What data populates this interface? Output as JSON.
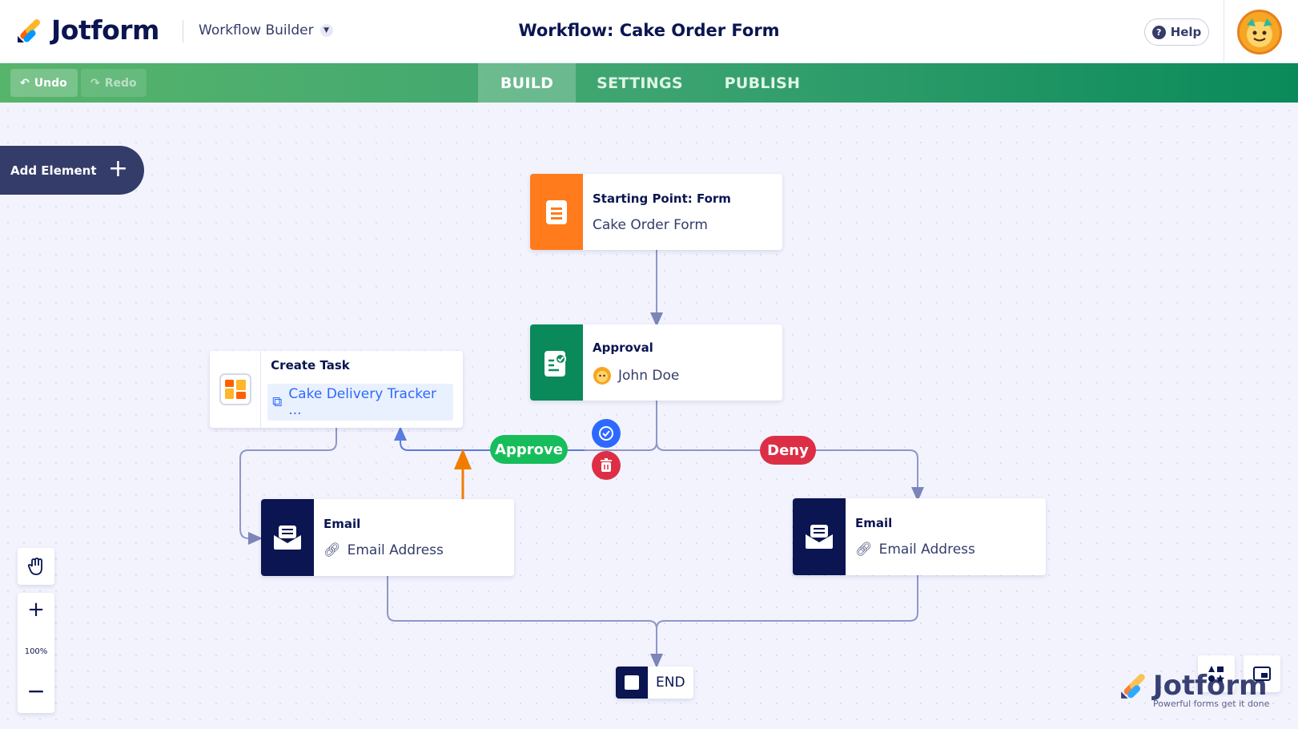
{
  "header": {
    "logo_text": "Jotform",
    "product": "Workflow Builder",
    "workflow_title": "Workflow: Cake Order Form",
    "help_label": "Help"
  },
  "toolbar": {
    "undo_label": "Undo",
    "redo_label": "Redo",
    "tabs": [
      {
        "label": "BUILD",
        "active": true
      },
      {
        "label": "SETTINGS",
        "active": false
      },
      {
        "label": "PUBLISH",
        "active": false
      }
    ]
  },
  "canvas": {
    "add_element_label": "Add Element",
    "nodes": {
      "start": {
        "title": "Starting Point: Form",
        "subtitle": "Cake Order Form",
        "color": "#ff7b1c"
      },
      "approval": {
        "title": "Approval",
        "assignee": "John Doe",
        "color": "#0a8a5a"
      },
      "task": {
        "title": "Create Task",
        "link_text": "Cake Delivery Tracker ..."
      },
      "email_left": {
        "title": "Email",
        "subtitle": "Email Address",
        "color": "#0a1551"
      },
      "email_right": {
        "title": "Email",
        "subtitle": "Email Address",
        "color": "#0a1551"
      },
      "end": {
        "label": "END"
      }
    },
    "branches": {
      "approve_label": "Approve",
      "deny_label": "Deny",
      "approve_color": "#18bd5b",
      "deny_color": "#dc2f45"
    },
    "zoom": {
      "level": "100%"
    }
  },
  "watermark": {
    "brand": "Jotform",
    "tagline": "Powerful forms get it done"
  },
  "colors": {
    "accent_blue": "#2e69ff",
    "navy": "#0a1551",
    "annotation_arrow": "#f07d00"
  }
}
